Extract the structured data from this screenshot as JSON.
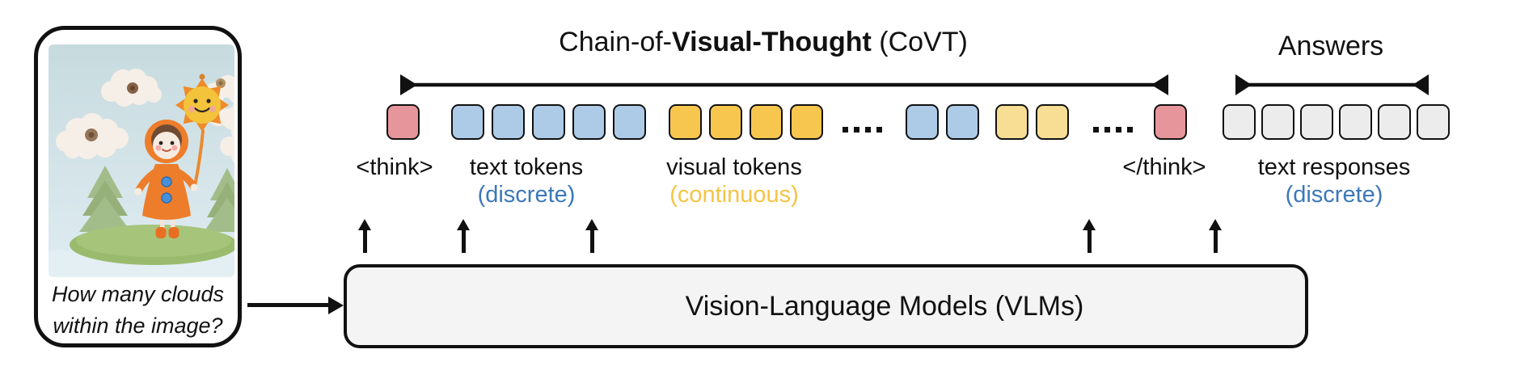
{
  "input_panel": {
    "question_line1": "How many clouds",
    "question_line2": "within the image?"
  },
  "covt": {
    "title_prefix": "Chain-of-",
    "title_bold": "Visual-Thought",
    "title_suffix": " (CoVT)"
  },
  "answers": {
    "title": "Answers"
  },
  "labels": {
    "think_open": "<think>",
    "text_tokens": "text tokens",
    "text_tokens_sub": "(discrete)",
    "visual_tokens": "visual tokens",
    "visual_tokens_sub": "(continuous)",
    "think_close": "</think>",
    "text_responses": "text responses",
    "text_responses_sub": "(discrete)"
  },
  "vlm_box": {
    "label": "Vision-Language Models (VLMs)"
  },
  "ellipsis_text": "....",
  "colors": {
    "ink": "#111111",
    "think_token": "#e6969b",
    "text_token": "#adcbe6",
    "visual_token": "#f6c64e",
    "visual_token_light": "#f8dd94",
    "answer_token": "#ececec",
    "discrete_label": "#3c78b9",
    "continuous_label": "#f5c446",
    "vlm_box_fill": "#f4f4f4"
  },
  "covt_sequence": [
    {
      "kind": "group",
      "name": "think-open-token",
      "color": "think_token",
      "count": 1
    },
    {
      "kind": "group",
      "name": "text-token",
      "color": "text_token",
      "count": 5
    },
    {
      "kind": "group",
      "name": "visual-token",
      "color": "visual_token",
      "count": 4
    },
    {
      "kind": "ellipsis",
      "dots": 4
    },
    {
      "kind": "group",
      "name": "text-token",
      "color": "text_token",
      "count": 2
    },
    {
      "kind": "group",
      "name": "visual-token-light",
      "color": "visual_token_light",
      "count": 2
    },
    {
      "kind": "ellipsis",
      "dots": 4
    },
    {
      "kind": "group",
      "name": "think-close-token",
      "color": "think_token",
      "count": 1
    }
  ],
  "answers_sequence": [
    {
      "kind": "group",
      "name": "answer-token",
      "color": "answer_token",
      "count": 6
    }
  ]
}
